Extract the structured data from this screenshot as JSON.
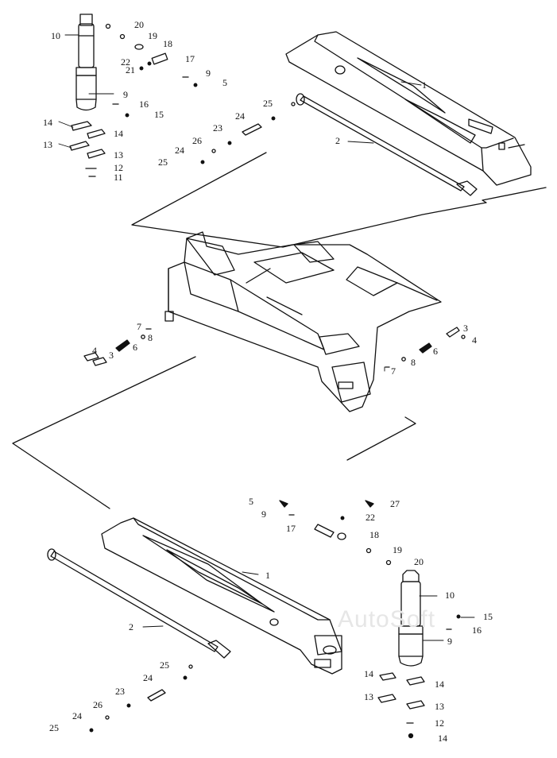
{
  "watermark": "AutoSoft",
  "callouts": [
    {
      "id": "t10",
      "text": "10"
    },
    {
      "id": "t20",
      "text": "20"
    },
    {
      "id": "t19",
      "text": "19"
    },
    {
      "id": "t18",
      "text": "18"
    },
    {
      "id": "t17",
      "text": "17"
    },
    {
      "id": "t22",
      "text": "22"
    },
    {
      "id": "t21",
      "text": "21"
    },
    {
      "id": "t9",
      "text": "9"
    },
    {
      "id": "t5",
      "text": "5"
    },
    {
      "id": "t9b",
      "text": "9"
    },
    {
      "id": "t16",
      "text": "16"
    },
    {
      "id": "t15",
      "text": "15"
    },
    {
      "id": "t14",
      "text": "14"
    },
    {
      "id": "t14b",
      "text": "14"
    },
    {
      "id": "t13",
      "text": "13"
    },
    {
      "id": "t13b",
      "text": "13"
    },
    {
      "id": "t12",
      "text": "12"
    },
    {
      "id": "t11",
      "text": "11"
    },
    {
      "id": "t1",
      "text": "1"
    },
    {
      "id": "t2",
      "text": "2"
    },
    {
      "id": "t25",
      "text": "25"
    },
    {
      "id": "t24",
      "text": "24"
    },
    {
      "id": "t23",
      "text": "23"
    },
    {
      "id": "t26",
      "text": "26"
    },
    {
      "id": "t24b",
      "text": "24"
    },
    {
      "id": "t25b",
      "text": "25"
    },
    {
      "id": "m7",
      "text": "7"
    },
    {
      "id": "m8",
      "text": "8"
    },
    {
      "id": "m6",
      "text": "6"
    },
    {
      "id": "m4",
      "text": "4"
    },
    {
      "id": "m3",
      "text": "3"
    },
    {
      "id": "m3r",
      "text": "3"
    },
    {
      "id": "m4r",
      "text": "4"
    },
    {
      "id": "m6r",
      "text": "6"
    },
    {
      "id": "m8r",
      "text": "8"
    },
    {
      "id": "m7r",
      "text": "7"
    },
    {
      "id": "b5",
      "text": "5"
    },
    {
      "id": "b27",
      "text": "27"
    },
    {
      "id": "b9",
      "text": "9"
    },
    {
      "id": "b22",
      "text": "22"
    },
    {
      "id": "b17",
      "text": "17"
    },
    {
      "id": "b18",
      "text": "18"
    },
    {
      "id": "b19",
      "text": "19"
    },
    {
      "id": "b20",
      "text": "20"
    },
    {
      "id": "b1",
      "text": "1"
    },
    {
      "id": "b10",
      "text": "10"
    },
    {
      "id": "b2",
      "text": "2"
    },
    {
      "id": "b15",
      "text": "15"
    },
    {
      "id": "b16",
      "text": "16"
    },
    {
      "id": "b9b",
      "text": "9"
    },
    {
      "id": "b25",
      "text": "25"
    },
    {
      "id": "b24",
      "text": "24"
    },
    {
      "id": "b23",
      "text": "23"
    },
    {
      "id": "b26",
      "text": "26"
    },
    {
      "id": "b24b",
      "text": "24"
    },
    {
      "id": "b25b",
      "text": "25"
    },
    {
      "id": "b14",
      "text": "14"
    },
    {
      "id": "b14b",
      "text": "14"
    },
    {
      "id": "b13",
      "text": "13"
    },
    {
      "id": "b13b",
      "text": "13"
    },
    {
      "id": "b12",
      "text": "12"
    },
    {
      "id": "b14c",
      "text": "14"
    }
  ]
}
